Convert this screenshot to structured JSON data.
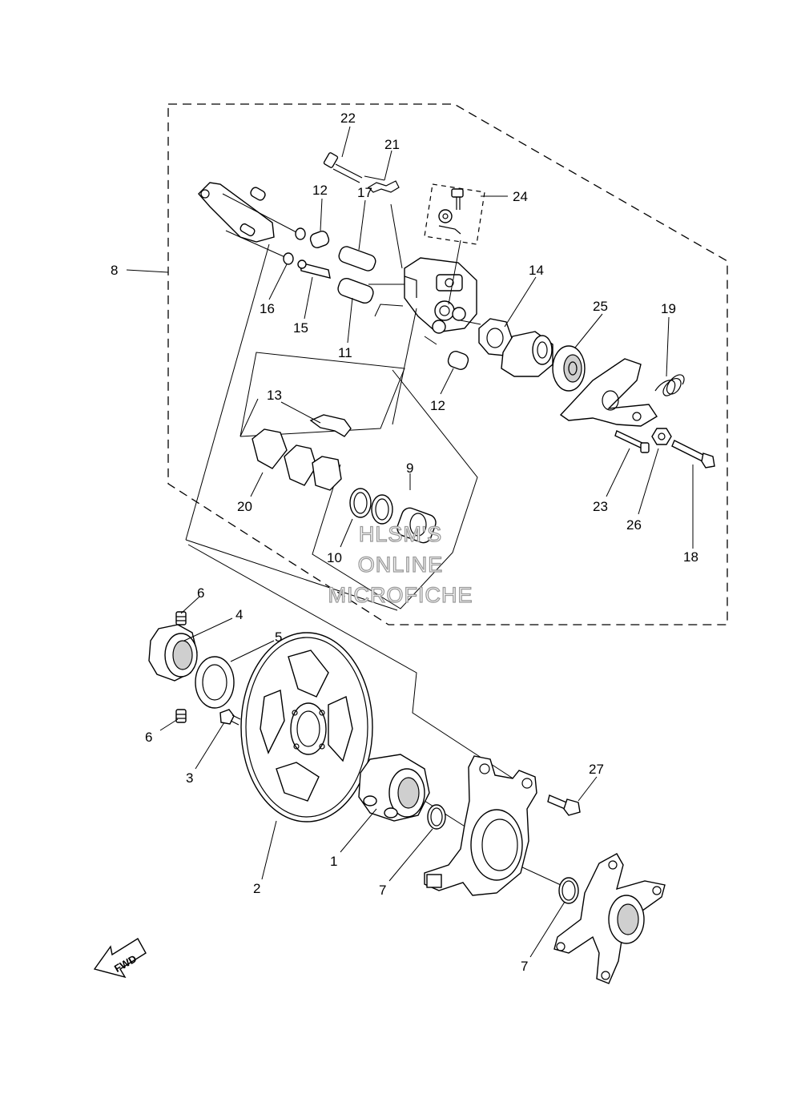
{
  "watermark": {
    "line1": "HLSM'S",
    "line2": "ONLINE",
    "line3": "MICROFICHE"
  },
  "direction_badge": "FWD",
  "callouts": {
    "c1": "1",
    "c2": "2",
    "c3": "3",
    "c4": "4",
    "c5": "5",
    "c6a": "6",
    "c6b": "6",
    "c7a": "7",
    "c7b": "7",
    "c8": "8",
    "c9": "9",
    "c10": "10",
    "c11": "11",
    "c12a": "12",
    "c12b": "12",
    "c13": "13",
    "c14": "14",
    "c15": "15",
    "c16": "16",
    "c17": "17",
    "c18": "18",
    "c19": "19",
    "c20": "20",
    "c21": "21",
    "c22": "22",
    "c23": "23",
    "c24": "24",
    "c25": "25",
    "c26": "26",
    "c27": "27"
  }
}
